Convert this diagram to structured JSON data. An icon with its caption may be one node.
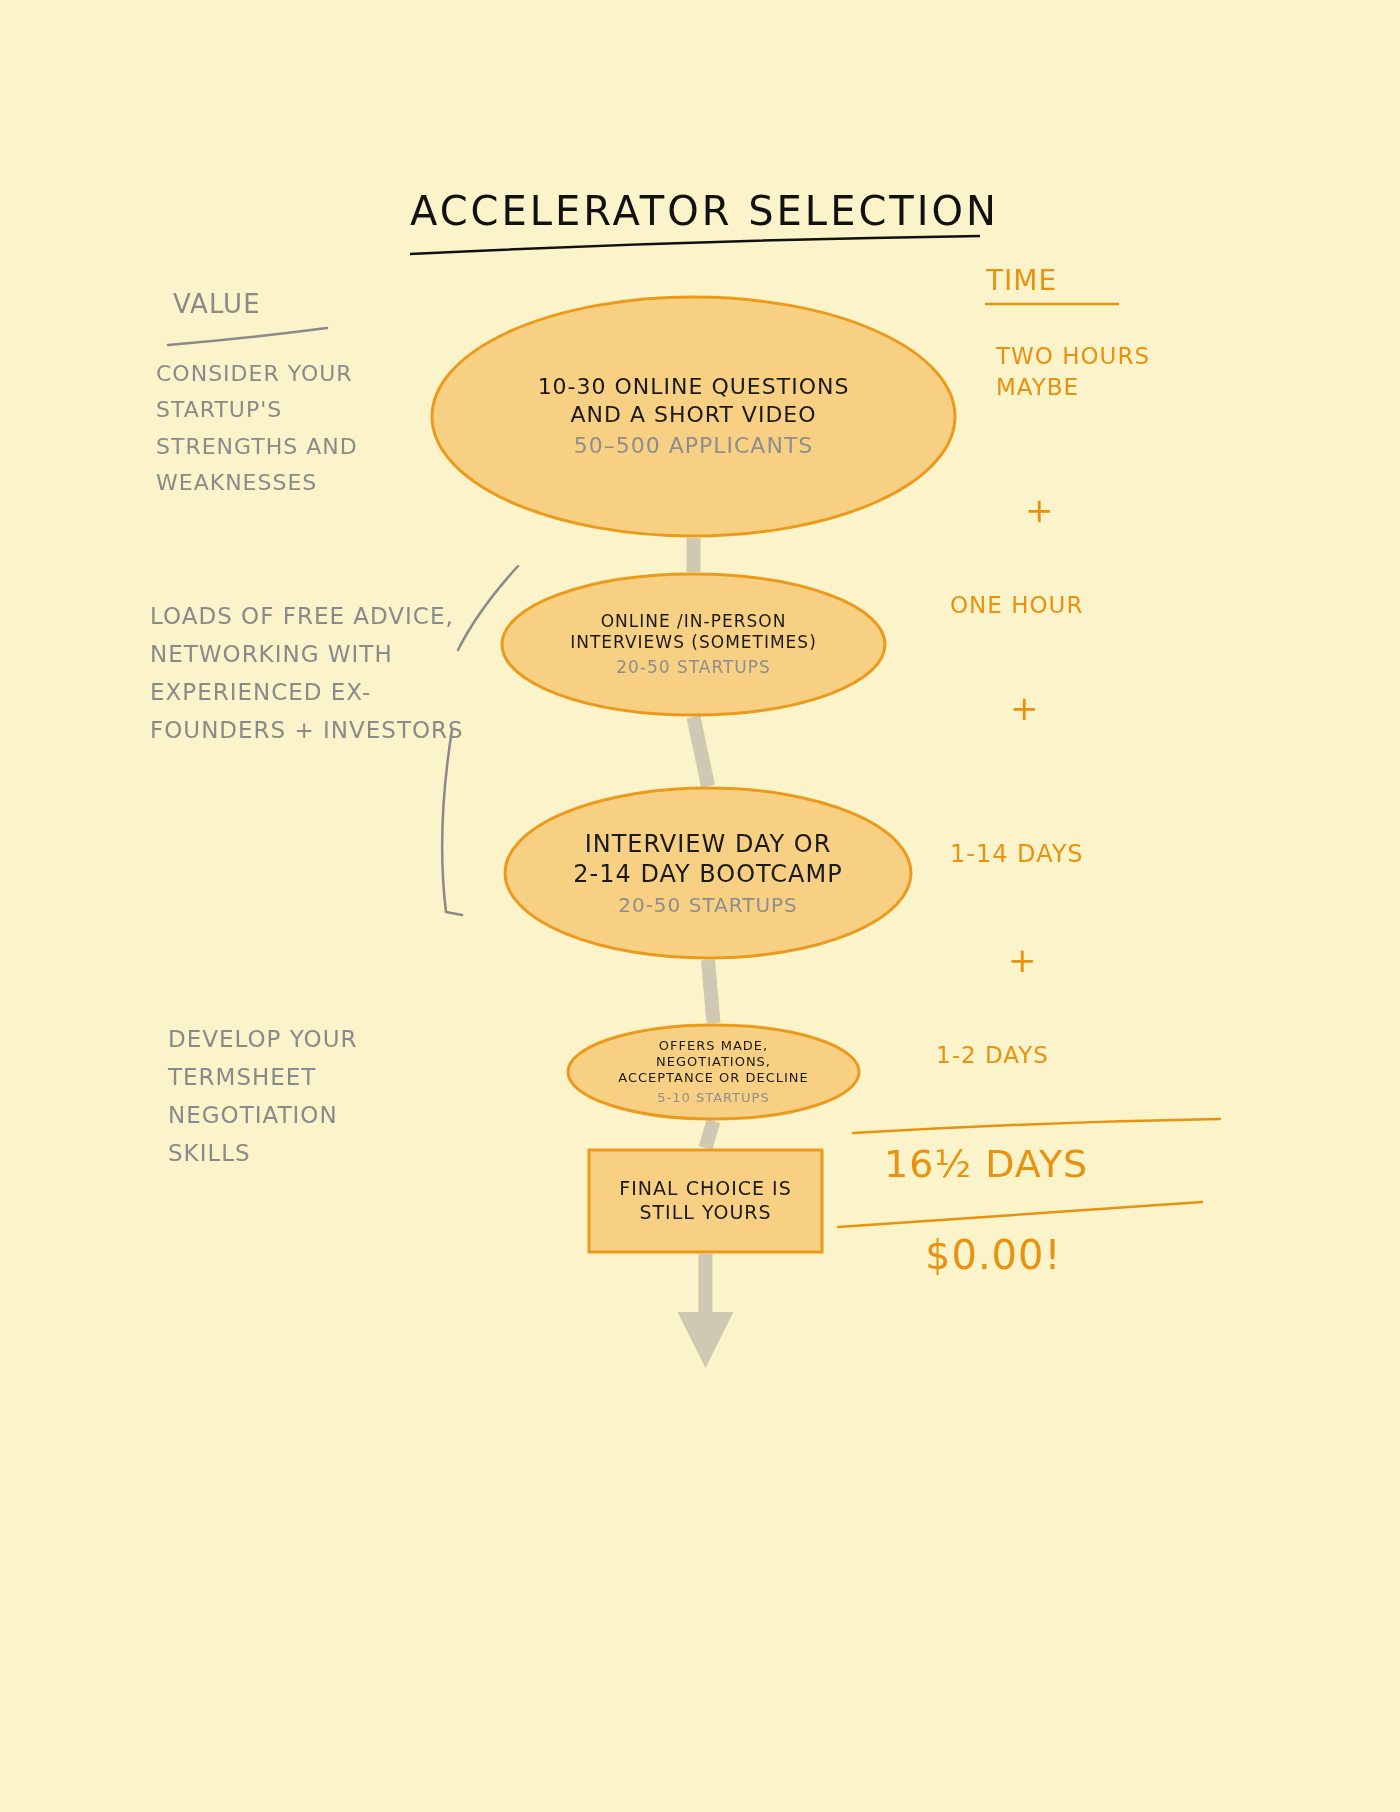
{
  "diagram": {
    "title": "ACCELERATOR SELECTION",
    "nodes": [
      {
        "text": [
          "10-30 ONLINE QUESTIONS AND A SHORT VIDEO",
          "50–500 APPLICANTS"
        ]
      },
      {
        "text": [
          "ONLINE /IN-PERSON INTERVIEWS (SOMETIMES)",
          "20-50 STARTUPS"
        ]
      },
      {
        "text": [
          "INTERVIEW DAY OR 2-14 DAY BOOTCAMP",
          "20-50 STARTUPS"
        ]
      },
      {
        "text": [
          "OFFERS MADE, NEGOTIATIONS, ACCEPTANCE OR DECLINE",
          "5-10 STARTUPS"
        ]
      },
      {
        "text": [
          "FINAL CHOICE IS STILL YOURS"
        ]
      }
    ],
    "edges": [
      {
        "from": 0,
        "to": 1,
        "arrow": "none"
      },
      {
        "from": 1,
        "to": 2,
        "arrow": "none"
      },
      {
        "from": 2,
        "to": 3,
        "arrow": "none"
      },
      {
        "from": 3,
        "to": 4,
        "arrow": "none"
      },
      {
        "from": 4,
        "to": null,
        "arrow": "to"
      }
    ],
    "labels": [
      "VALUE",
      "TIME",
      "CONSIDER YOUR STARTUP'S STRENGTHS AND WEAKNESSES",
      "TWO HOURS MAYBE",
      "+",
      "LOADS OF FREE ADVICE, NETWORKING WITH EXPERIENCED EX-FOUNDERS + INVESTORS",
      "ONE HOUR",
      "+",
      "1-14 DAYS",
      "+",
      "DEVELOP YOUR TERMSHEET NEGOTIATION SKILLS",
      "1-2 DAYS",
      "16½ DAYS",
      "$0.00!"
    ]
  }
}
